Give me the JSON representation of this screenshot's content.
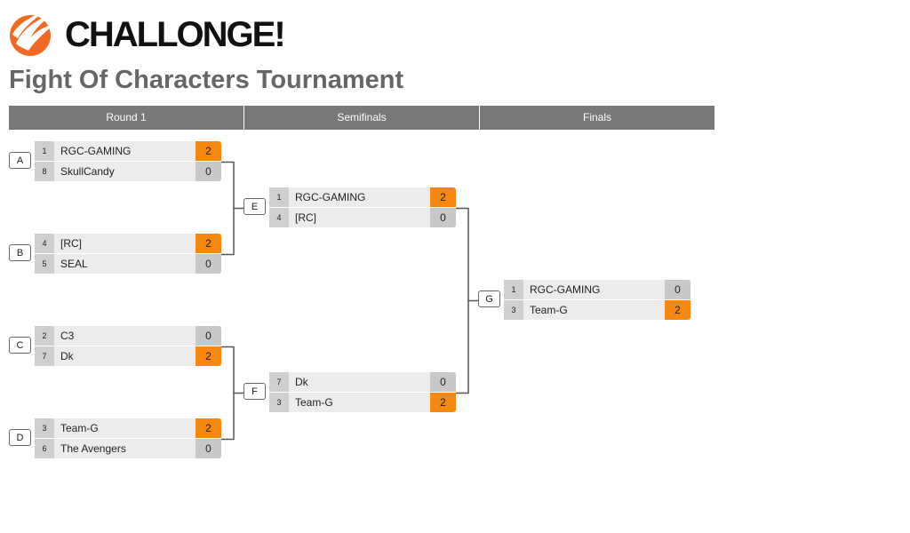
{
  "brand": {
    "name": "CHALLONGE!",
    "color": "#f26a21"
  },
  "tournament": {
    "title": "Fight Of Characters Tournament"
  },
  "rounds": [
    {
      "label": "Round 1"
    },
    {
      "label": "Semifinals"
    },
    {
      "label": "Finals"
    }
  ],
  "colors": {
    "header": "#787878",
    "win": "#f7870f",
    "seed": "#cfcfcf",
    "score": "#c8c8c8",
    "row": "#ececec"
  },
  "matches": {
    "A": {
      "label": "A",
      "p1": {
        "seed": "1",
        "name": "RGC-GAMING",
        "score": "2",
        "win": true
      },
      "p2": {
        "seed": "8",
        "name": "SkullCandy",
        "score": "0",
        "win": false
      }
    },
    "B": {
      "label": "B",
      "p1": {
        "seed": "4",
        "name": "[RC]",
        "score": "2",
        "win": true
      },
      "p2": {
        "seed": "5",
        "name": "SEAL",
        "score": "0",
        "win": false
      }
    },
    "C": {
      "label": "C",
      "p1": {
        "seed": "2",
        "name": "C3",
        "score": "0",
        "win": false
      },
      "p2": {
        "seed": "7",
        "name": "Dk",
        "score": "2",
        "win": true
      }
    },
    "D": {
      "label": "D",
      "p1": {
        "seed": "3",
        "name": "Team-G",
        "score": "2",
        "win": true
      },
      "p2": {
        "seed": "6",
        "name": "The Avengers",
        "score": "0",
        "win": false
      }
    },
    "E": {
      "label": "E",
      "p1": {
        "seed": "1",
        "name": "RGC-GAMING",
        "score": "2",
        "win": true
      },
      "p2": {
        "seed": "4",
        "name": "[RC]",
        "score": "0",
        "win": false
      }
    },
    "F": {
      "label": "F",
      "p1": {
        "seed": "7",
        "name": "Dk",
        "score": "0",
        "win": false
      },
      "p2": {
        "seed": "3",
        "name": "Team-G",
        "score": "2",
        "win": true
      }
    },
    "G": {
      "label": "G",
      "p1": {
        "seed": "1",
        "name": "RGC-GAMING",
        "score": "0",
        "win": false
      },
      "p2": {
        "seed": "3",
        "name": "Team-G",
        "score": "2",
        "win": true
      }
    }
  }
}
